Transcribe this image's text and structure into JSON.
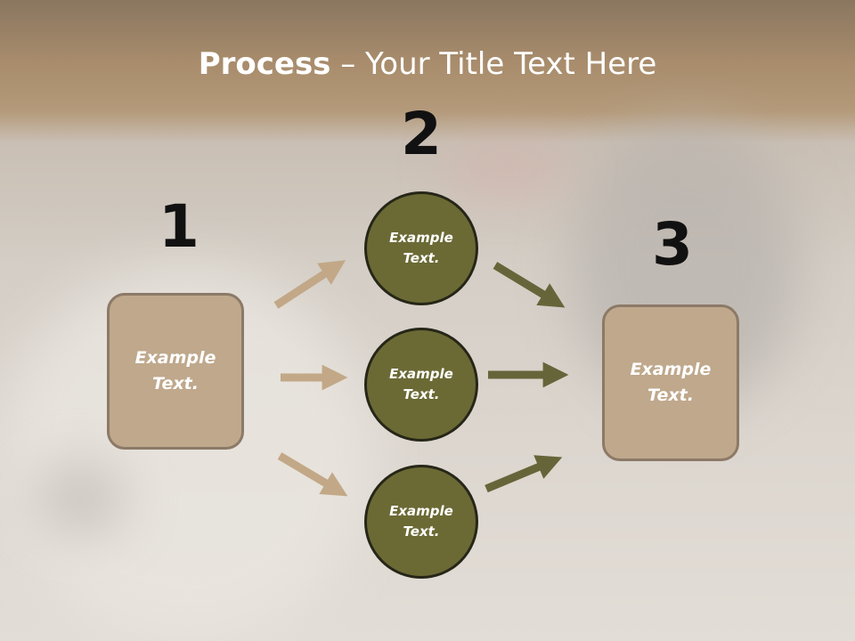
{
  "title": {
    "bold": "Process",
    "rest": " – Your Title Text Here"
  },
  "steps": {
    "one": "1",
    "two": "2",
    "three": "3"
  },
  "left_box": {
    "text": "Example\nText."
  },
  "right_box": {
    "text": "Example\nText."
  },
  "circles": [
    {
      "text": "Example\nText."
    },
    {
      "text": "Example\nText."
    },
    {
      "text": "Example\nText."
    }
  ],
  "colors": {
    "tan_box": "#bfa88c",
    "olive_circle": "#6b6a35",
    "tan_arrow": "#c2a887",
    "olive_arrow": "#66653a"
  }
}
